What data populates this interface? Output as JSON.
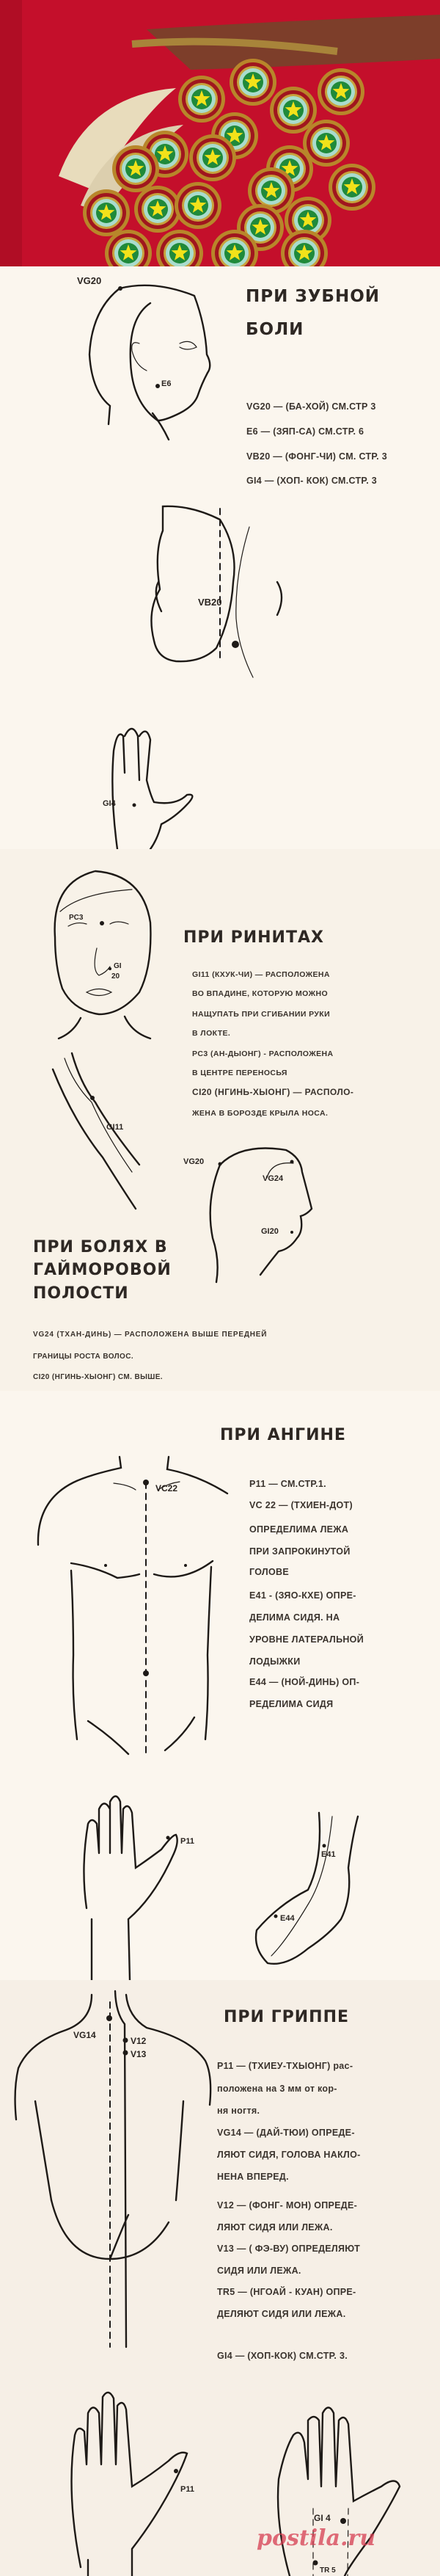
{
  "colors": {
    "photo_bg": "#c8102e",
    "watermark": "#d63c50",
    "paper": "#fbf6ee"
  },
  "photo": {
    "icon": "balm-tins-photo"
  },
  "toothache": {
    "title_line1": "ПРИ ЗУБНОЙ",
    "title_line2": "БОЛИ",
    "lines": [
      "VG20 — (БА-ХОЙ) СМ.СТР 3",
      "E6 — (ЗЯП-СА) СМ.СТР. 6",
      "VB20 — (ФОНГ-ЧИ) СМ. СТР. 3",
      "GI4 — (ХОП- КОК) СМ.СТР. 3"
    ],
    "labels": {
      "vg20": "VG20",
      "e6": "E6",
      "vb20": "VB20",
      "gi4": "GI4"
    }
  },
  "rhinitis": {
    "title": "ПРИ РИНИТАХ",
    "lines": [
      "GI11 (КХУК-ЧИ) — РАСПОЛОЖЕНА",
      "ВО ВПАДИНЕ, КОТОРУЮ МОЖНО",
      "НАЩУПАТЬ ПРИ СГИБАНИИ РУКИ",
      "В ЛОКТЕ.",
      "PC3 (АН-ДЫОНГ) - РАСПОЛОЖЕНА",
      "В ЦЕНТРЕ ПЕРЕНОСЬЯ",
      "CI20 (НГИНЬ-ХЫОНГ) — РАСПОЛО-",
      "ЖЕНА В БОРОЗДЕ КРЫЛА НОСА."
    ],
    "labels": {
      "pc3": "PC3",
      "gi20_a": "GI",
      "gi20_b": "20",
      "gi11": "GI11",
      "vg20": "VG20",
      "vg24": "VG24",
      "gi20": "GI20"
    }
  },
  "sinus": {
    "title_lines": [
      "ПРИ БОЛЯХ В",
      "ГАЙМОРОВОЙ",
      "ПОЛОСТИ"
    ],
    "lines": [
      "VG24 (ТХАН-ДИНЬ) — РАСПОЛОЖЕНА ВЫШЕ ПЕРЕДНЕЙ",
      "ГРАНИЦЫ РОСТА ВОЛОС.",
      "CI20 (НГИНЬ-ХЫОНГ) СМ. ВЫШЕ."
    ]
  },
  "angina": {
    "title": "ПРИ АНГИНЕ",
    "lines": [
      "P11 — СМ.СТР.1.",
      "VC 22 — (ТХИЕН-ДОТ)",
      "ОПРЕДЕЛИМА ЛЕЖА",
      "ПРИ ЗАПРОКИНУТОЙ",
      "ГОЛОВЕ",
      "E41 - (ЗЯО-КХЕ) ОПРЕ-",
      "ДЕЛИМА СИДЯ. НА",
      "УРОВНЕ ЛАТЕРАЛЬНОЙ",
      "ЛОДЫЖКИ",
      "E44 — (НОЙ-ДИНЬ) ОП-",
      "РЕДЕЛИМА СИДЯ"
    ],
    "labels": {
      "vc22": "VC22",
      "p11": "P11",
      "e41": "E41",
      "e44": "E44"
    }
  },
  "flu": {
    "title": "ПРИ ГРИППЕ",
    "lines": [
      "P11 — (ТХИЕУ-ТХЫОНГ) рас-",
      "положена на 3 мм от кор-",
      "ня ногтя.",
      "VG14 — (ДАЙ-ТЮИ) ОПРЕДЕ-",
      "ЛЯЮТ СИДЯ, ГОЛОВА НАКЛО-",
      "НЕНА ВПЕРЕД.",
      "V12 — (ФОНГ- МОН) ОПРЕДЕ-",
      "ЛЯЮТ СИДЯ ИЛИ ЛЕЖА.",
      "V13 — ( ФЭ-ВУ) ОПРЕДЕЛЯЮТ",
      "СИДЯ ИЛИ ЛЕЖА.",
      "TR5 — (НГОАЙ - КУАН) ОПРЕ-",
      "ДЕЛЯЮТ СИДЯ ИЛИ ЛЕЖА.",
      "GI4 — (ХОП-КОК) СМ.СТР. 3."
    ],
    "labels": {
      "vg14": "VG14",
      "v12": "V12",
      "v13": "V13",
      "p11": "P11",
      "gi4": "GI 4",
      "tr5": "TR 5"
    }
  },
  "watermark": "postila.ru"
}
